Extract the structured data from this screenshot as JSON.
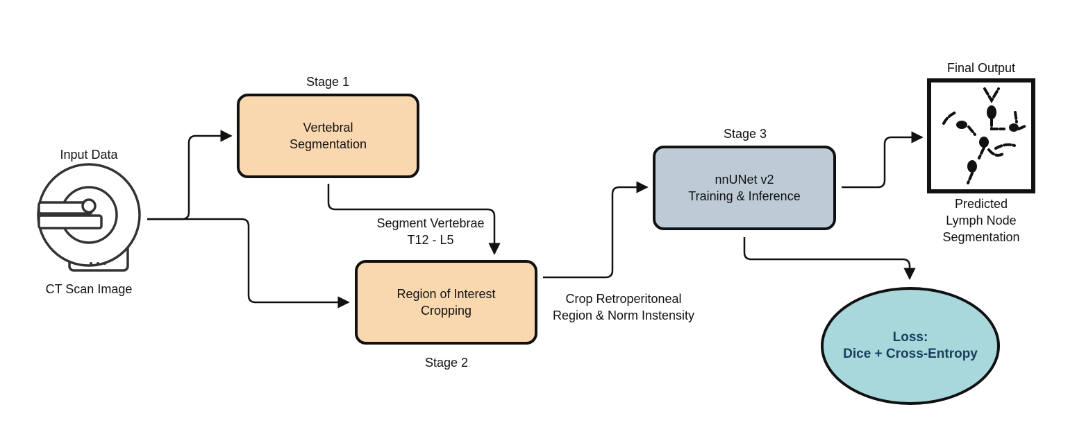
{
  "input": {
    "header": "Input Data",
    "caption": "CT Scan Image",
    "icon": "ct-scanner-icon"
  },
  "stage1": {
    "label": "Stage 1",
    "box_line1": "Vertebral",
    "box_line2": "Segmentation",
    "color": "#f9d8b0"
  },
  "stage2": {
    "label": "Stage 2",
    "box_line1": "Region of Interest",
    "box_line2": "Cropping",
    "color": "#f9d8b0"
  },
  "stage3": {
    "label": "Stage 3",
    "box_line1": "nnUNet v2",
    "box_line2": "Training & Inference",
    "color": "#bccbd5"
  },
  "edges": {
    "segment_line1": "Segment Vertebrae",
    "segment_line2": "T12 - L5",
    "crop_line1": "Crop Retroperitoneal",
    "crop_line2": "Region & Norm Instensity"
  },
  "output": {
    "header": "Final Output",
    "caption_line1": "Predicted",
    "caption_line2": "Lymph Node",
    "caption_line3": "Segmentation",
    "icon": "lymph-node-segmentation-icon"
  },
  "loss": {
    "line1": "Loss:",
    "line2": "Dice + Cross-Entropy",
    "color": "#a8d8db"
  }
}
